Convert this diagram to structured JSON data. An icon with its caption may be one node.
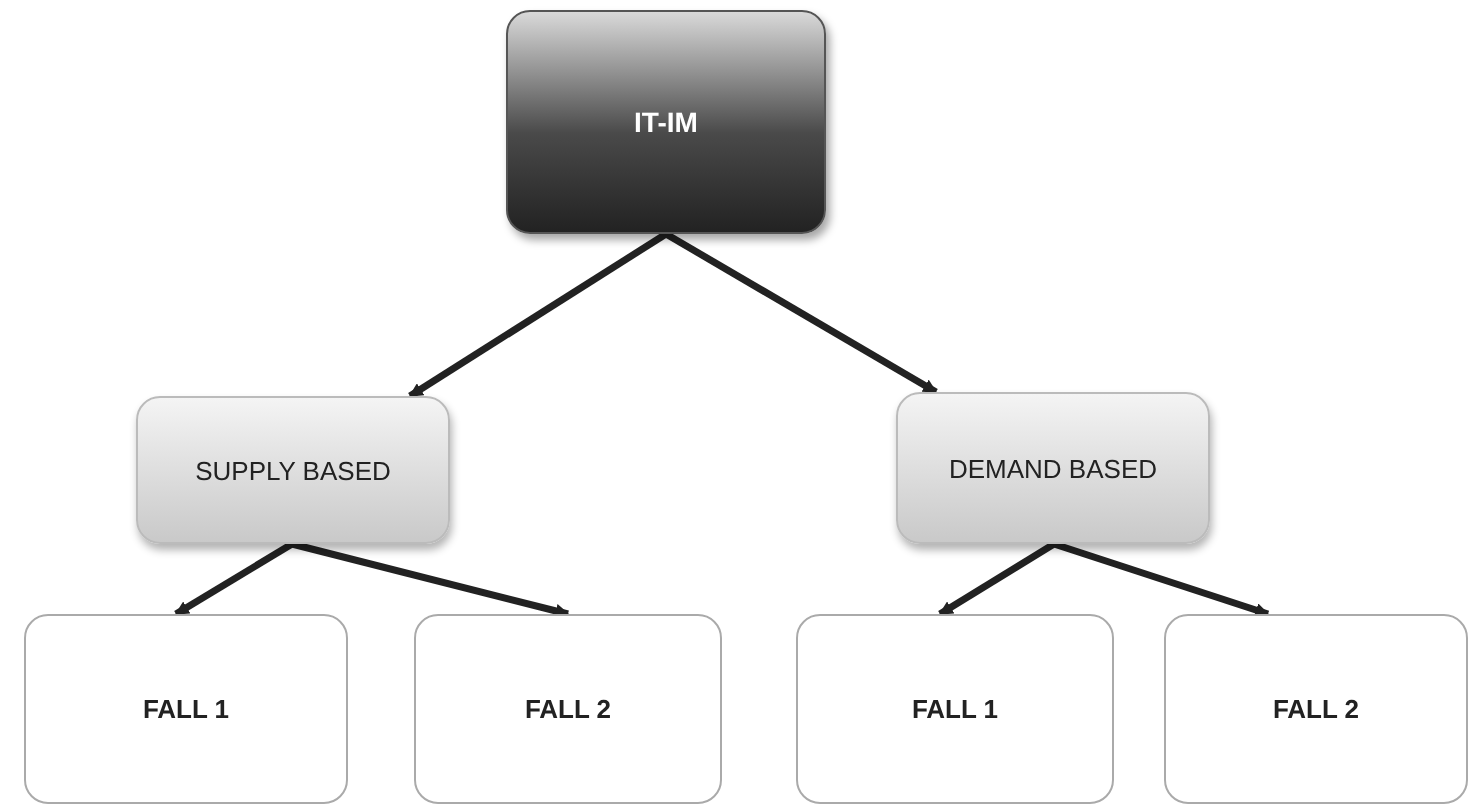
{
  "diagram": {
    "nodes": [
      {
        "text": [
          "IT-IM"
        ]
      },
      {
        "text": [
          "SUPPLY BASED"
        ]
      },
      {
        "text": [
          "DEMAND BASED"
        ]
      },
      {
        "text": [
          "FALL 1"
        ]
      },
      {
        "text": [
          "FALL 2"
        ]
      },
      {
        "text": [
          "FALL 1"
        ]
      },
      {
        "text": [
          "FALL 2"
        ]
      }
    ],
    "edges": [
      {
        "from": 0,
        "to": 1,
        "arrow": "to"
      },
      {
        "from": 0,
        "to": 2,
        "arrow": "to"
      },
      {
        "from": 1,
        "to": 3,
        "arrow": "to"
      },
      {
        "from": 1,
        "to": 4,
        "arrow": "to"
      },
      {
        "from": 2,
        "to": 5,
        "arrow": "to"
      },
      {
        "from": 2,
        "to": 6,
        "arrow": "to"
      }
    ]
  }
}
